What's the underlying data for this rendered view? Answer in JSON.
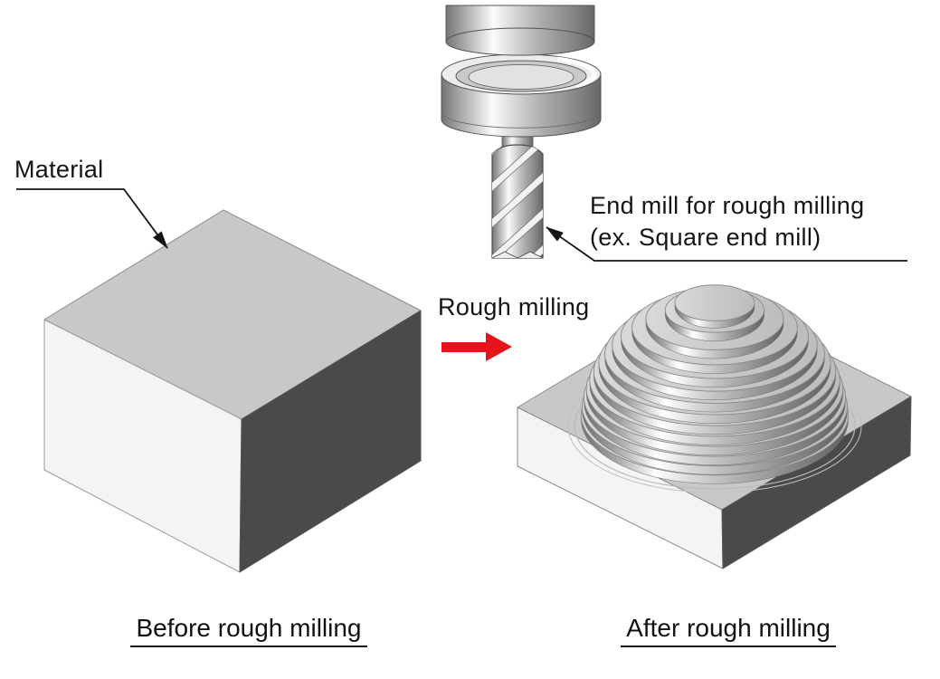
{
  "diagram": {
    "material_label": "Material",
    "process_label": "Rough milling",
    "tool_label_line1": "End mill for rough milling",
    "tool_label_line2": "(ex. Square end mill)",
    "before_caption": "Before rough milling",
    "after_caption": "After rough milling"
  },
  "colors": {
    "process_arrow_red": "#e8121a",
    "top_face_gray": "#c8c8c8",
    "light_face_white": "#f4f4f4",
    "dark_face_gray": "#4a4a4a",
    "outline_gray": "#8a8a8a",
    "text_black": "#151515"
  },
  "icons": {
    "process_arrow": "red-right-arrow-icon",
    "material_pointer": "leader-arrow-icon",
    "tool_pointer": "leader-arrow-icon"
  }
}
